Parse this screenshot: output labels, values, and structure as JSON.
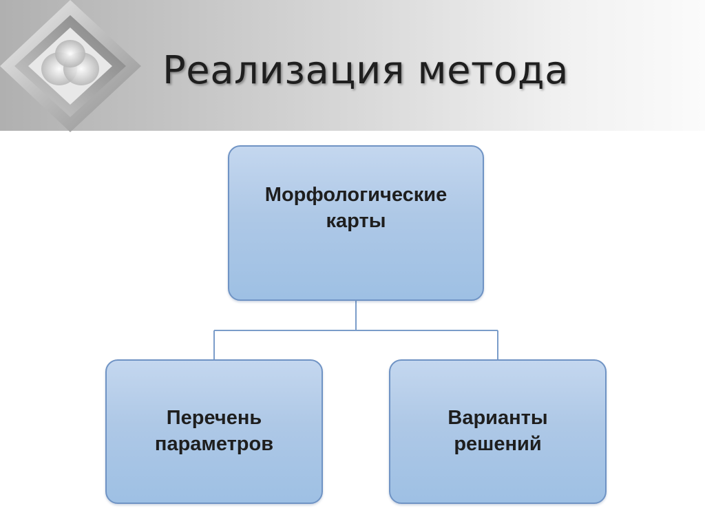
{
  "slide": {
    "title": "Реализация метода"
  },
  "diagram": {
    "root": {
      "label": "Морфологические\nкарты"
    },
    "children": [
      {
        "label": "Перечень\nпараметров"
      },
      {
        "label": "Варианты\nрешений"
      }
    ]
  },
  "colors": {
    "node_fill": "#aec8e6",
    "node_border": "#6f93c4",
    "connector": "#7a9cc9",
    "title_text": "#1f1f1f"
  }
}
